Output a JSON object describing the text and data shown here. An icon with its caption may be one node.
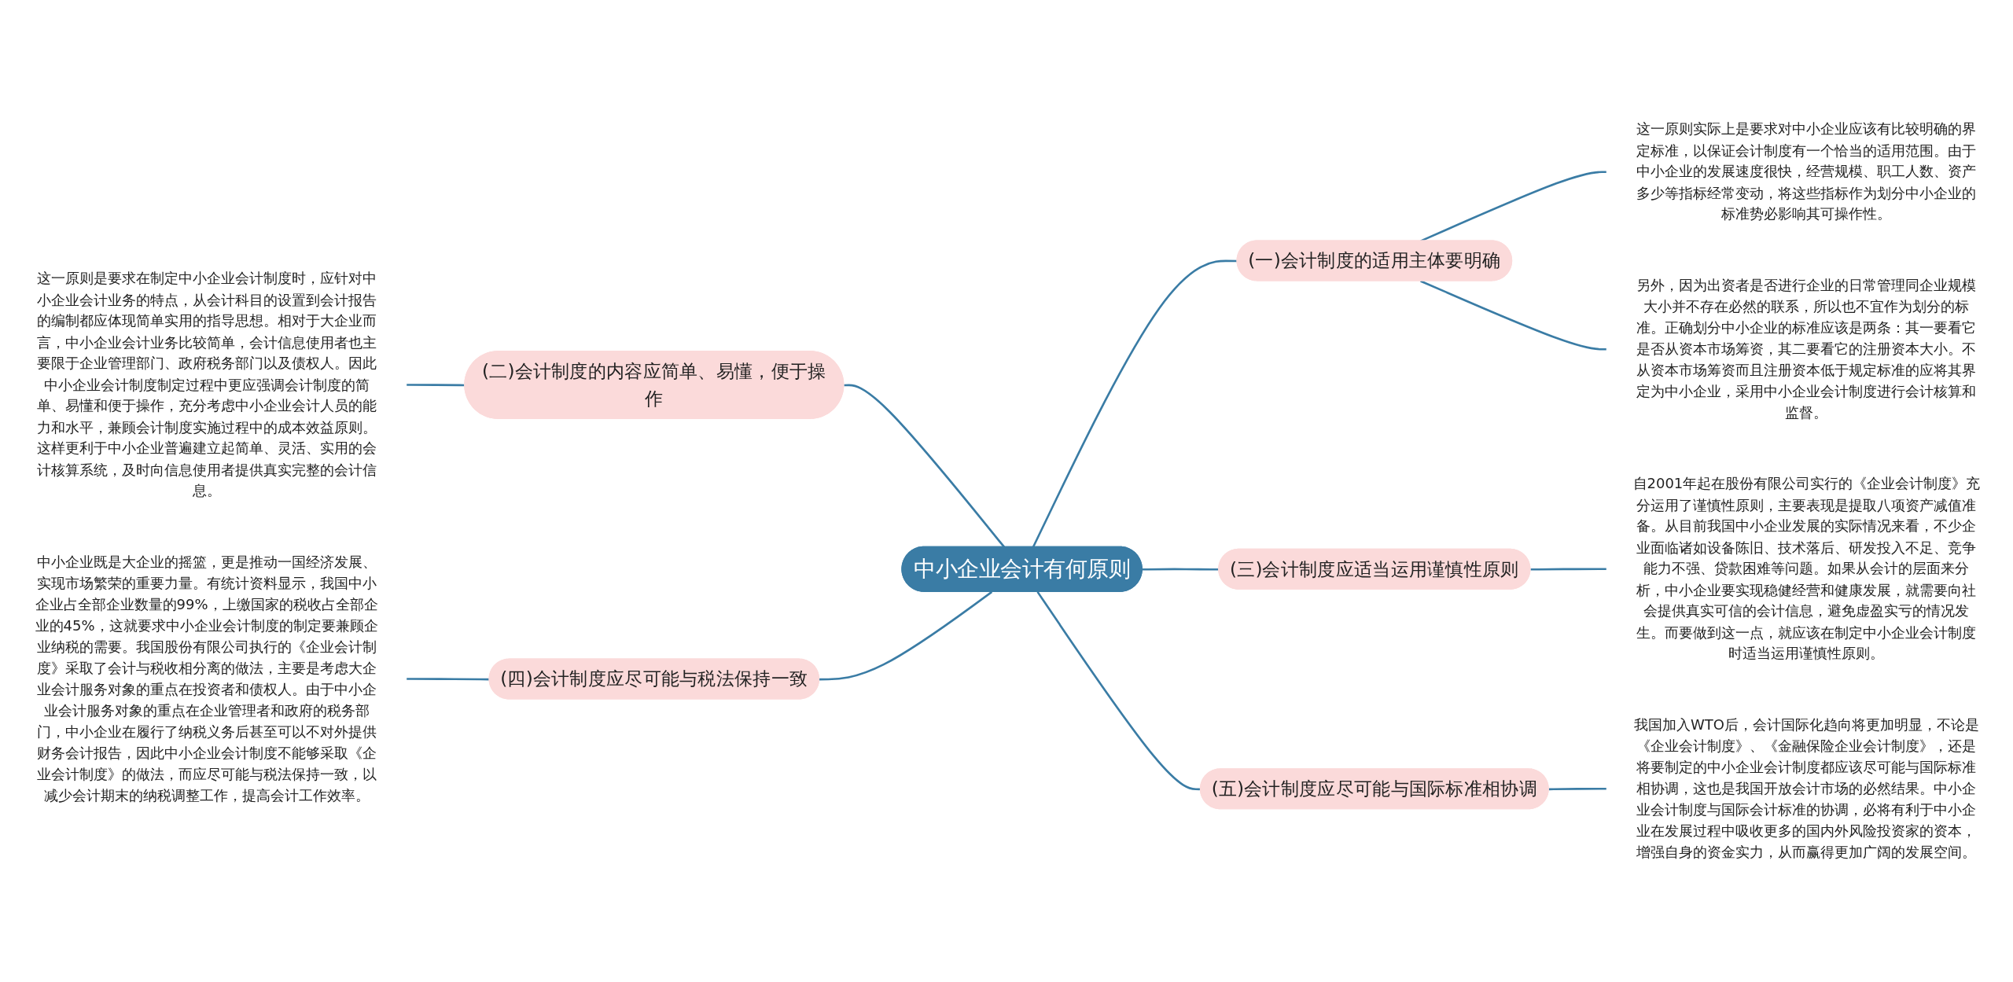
{
  "diagram": {
    "nodes": [
      {
        "text": [
          "中小企业会计有何原则"
        ]
      },
      {
        "text": [
          "(一)会计制度的适用主体要明确"
        ]
      },
      {
        "text": [
          "这一原则实际上是要求对中小企业应该有比较明确的界定标准，以保证会计制度有一个恰当的适用范围。由于中小企业的发展速度很快，经营规模、职工人数、资产多少等指标经常变动，将这些指标作为划分中小企业的标准势必影响其可操作性。"
        ]
      },
      {
        "text": [
          "另外，因为出资者是否进行企业的日常管理同企业规模大小并不存在必然的联系，所以也不宜作为划分的标准。正确划分中小企业的标准应该是两条：其一要看它是否从资本市场筹资，其二要看它的注册资本大小。不从资本市场筹资而且注册资本低于规定标准的应将其界定为中小企业，采用中小企业会计制度进行会计核算和监督。"
        ]
      },
      {
        "text": [
          "(二)会计制度的内容应简单、易懂，便于操作"
        ]
      },
      {
        "text": [
          "这一原则是要求在制定中小企业会计制度时，应针对中小企业会计业务的特点，从会计科目的设置到会计报告的编制都应体现简单实用的指导思想。相对于大企业而言，中小企业会计业务比较简单，会计信息使用者也主要限于企业管理部门、政府税务部门以及债权人。因此中小企业会计制度制定过程中更应强调会计制度的简单、易懂和便于操作，充分考虑中小企业会计人员的能力和水平，兼顾会计制度实施过程中的成本效益原则。这样更利于中小企业普遍建立起简单、灵活、实用的会计核算系统，及时向信息使用者提供真实完整的会计信息。"
        ]
      },
      {
        "text": [
          "(三)会计制度应适当运用谨慎性原则"
        ]
      },
      {
        "text": [
          "自2001年起在股份有限公司实行的《企业会计制度》充分运用了谨慎性原则，主要表现是提取八项资产减值准备。从目前我国中小企业发展的实际情况来看，不少企业面临诸如设备陈旧、技术落后、研发投入不足、竞争能力不强、贷款困难等问题。如果从会计的层面来分析，中小企业要实现稳健经营和健康发展，就需要向社会提供真实可信的会计信息，避免虚盈实亏的情况发生。而要做到这一点，就应该在制定中小企业会计制度时适当运用谨慎性原则。"
        ]
      },
      {
        "text": [
          "(四)会计制度应尽可能与税法保持一致"
        ]
      },
      {
        "text": [
          "中小企业既是大企业的摇篮，更是推动一国经济发展、实现市场繁荣的重要力量。有统计资料显示，我国中小企业占全部企业数量的99%，上缴国家的税收占全部企业的45%，这就要求中小企业会计制度的制定要兼顾企业纳税的需要。我国股份有限公司执行的《企业会计制度》采取了会计与税收相分离的做法，主要是考虑大企业会计服务对象的重点在投资者和债权人。由于中小企业会计服务对象的重点在企业管理者和政府的税务部门，中小企业在履行了纳税义务后甚至可以不对外提供财务会计报告，因此中小企业会计制度不能够采取《企业会计制度》的做法，而应尽可能与税法保持一致，以减少会计期末的纳税调整工作，提高会计工作效率。"
        ]
      },
      {
        "text": [
          "(五)会计制度应尽可能与国际标准相协调"
        ]
      },
      {
        "text": [
          "我国加入WTO后，会计国际化趋向将更加明显，不论是《企业会计制度》、《金融保险企业会计制度》，还是将要制定的中小企业会计制度都应该尽可能与国际标准相协调，这也是我国开放会计市场的必然结果。中小企业会计制度与国际会计标准的协调，必将有利于中小企业在发展过程中吸收更多的国内外风险投资家的资本，增强自身的资金实力，从而赢得更加广阔的发展空间。"
        ]
      }
    ],
    "edges": [
      {
        "from": 0,
        "to": 1,
        "arrow": "none"
      },
      {
        "from": 1,
        "to": 2,
        "arrow": "none"
      },
      {
        "from": 1,
        "to": 3,
        "arrow": "none"
      },
      {
        "from": 5,
        "to": 4,
        "arrow": "none"
      },
      {
        "from": 4,
        "to": 0,
        "arrow": "none"
      },
      {
        "from": 0,
        "to": 6,
        "arrow": "none"
      },
      {
        "from": 6,
        "to": 7,
        "arrow": "none"
      },
      {
        "from": 9,
        "to": 8,
        "arrow": "none"
      },
      {
        "from": 8,
        "to": 0,
        "arrow": "none"
      },
      {
        "from": 0,
        "to": 10,
        "arrow": "none"
      },
      {
        "from": 10,
        "to": 11,
        "arrow": "none"
      }
    ]
  }
}
